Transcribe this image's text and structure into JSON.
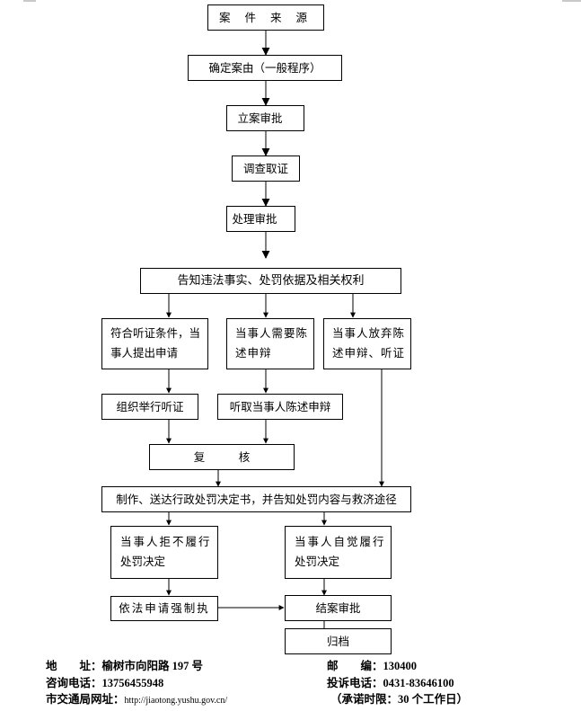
{
  "flowchart": {
    "nodes": {
      "case_source": "案 件 来 源",
      "determine_cause": "确定案由（一般程序）",
      "filing_approval": "立案审批",
      "investigation": "调查取证",
      "handling_approval": "处理审批",
      "notify_rights": "告知违法事实、处罚依据及相关权利",
      "hearing_condition": [
        "符合听证条件，当",
        "事人提出申请"
      ],
      "statement_needed": [
        "当事人需要陈",
        "述申辩"
      ],
      "waive_statement": [
        "当事人放弃陈",
        "述申辩、听证"
      ],
      "organize_hearing": "组织举行听证",
      "hear_statement": "听取当事人陈述申辩",
      "review": "复　　　核",
      "issue_decision": "制作、送达行政处罚决定书，并告知处罚内容与救济途径",
      "refuse_comply": [
        "当事人拒不履行",
        "处罚决定"
      ],
      "voluntary_comply": [
        "当事人自觉履行",
        "处罚决定"
      ],
      "apply_enforcement": "依法申请强制执",
      "close_approval": "结案审批",
      "archive": "归档"
    }
  },
  "footer": {
    "address_label": "地　　址：",
    "address_value": "榆树市向阳路 197 号",
    "postcode_label": "邮　　编：",
    "postcode_value": "130400",
    "consult_label": "咨询电话：",
    "consult_value": "13756455948",
    "complaint_label": "投诉电话：",
    "complaint_value": "0431-83646100",
    "website_label": "市交通局网址：",
    "website_value": "http://jiaotong.yushu.gov.cn/",
    "promise": "（承诺时限：30 个工作日）"
  }
}
